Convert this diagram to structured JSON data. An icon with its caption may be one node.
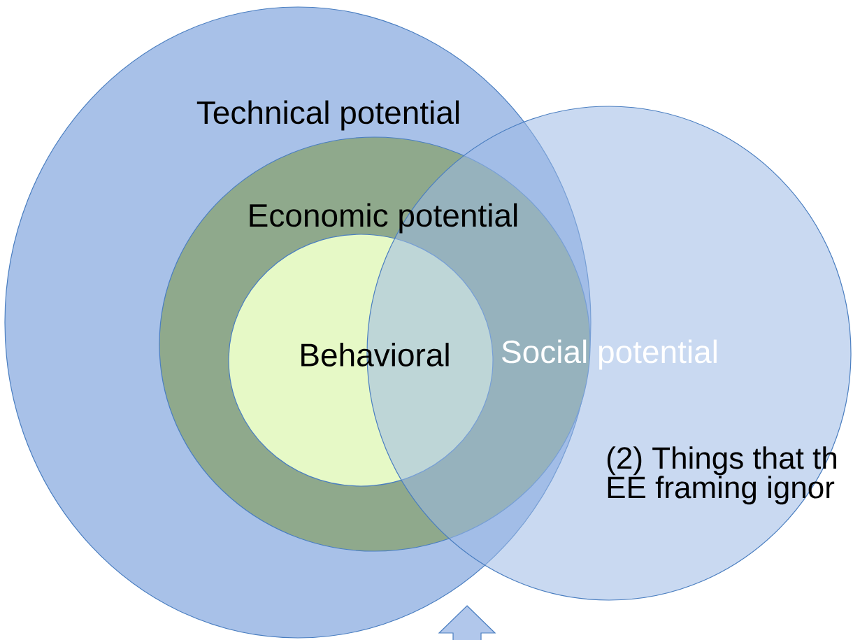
{
  "diagram": {
    "nodes": [
      {
        "text": [
          "Technical potential"
        ]
      },
      {
        "text": [
          "Economic potential"
        ],
        "in": 0
      },
      {
        "text": [
          "Behavioral"
        ],
        "in": 1
      },
      {
        "text": [
          "Social potential"
        ]
      }
    ],
    "labels": [
      "(2) Things that th EE framing ignor"
    ]
  }
}
